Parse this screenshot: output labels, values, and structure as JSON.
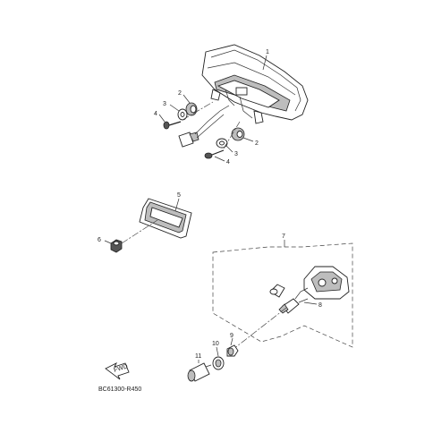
{
  "callouts": {
    "p1": "1",
    "p2a": "2",
    "p2b": "2",
    "p3a": "3",
    "p3b": "3",
    "p4a": "4",
    "p4b": "4",
    "p5": "5",
    "p6": "6",
    "p7": "7",
    "p8": "8",
    "p9": "9",
    "p10": "10",
    "p11": "11"
  },
  "fwd_label": "FWD",
  "diagram_code": "BC61300-R450"
}
